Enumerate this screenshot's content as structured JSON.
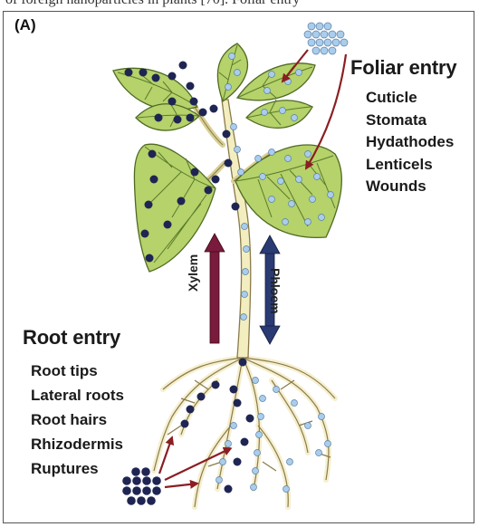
{
  "top_strip_text": "of foreign nanoparticles in plants [70]. Foliar entry",
  "panel_label": "(A)",
  "foliar": {
    "heading": "Foliar entry",
    "items": [
      "Cuticle",
      "Stomata",
      "Hydathodes",
      "Lenticels",
      "Wounds"
    ]
  },
  "root": {
    "heading": "Root entry",
    "items": [
      "Root tips",
      "Lateral roots",
      "Root hairs",
      "Rhizodermis",
      "Ruptures"
    ]
  },
  "transport": {
    "xylem_label": "Xylem",
    "phloem_label": "Phloem"
  },
  "colors": {
    "leaf_fill": "#b5d26b",
    "leaf_vein": "#5a7a2a",
    "stem": "#f3eec0",
    "root": "#f5efce",
    "dark_particle": "#1f2552",
    "light_particle": "#a9cdea",
    "red_arrow": "#8b1e22",
    "xylem_arrow": "#7a1a3c",
    "phloem_arrow": "#2a3a73"
  }
}
